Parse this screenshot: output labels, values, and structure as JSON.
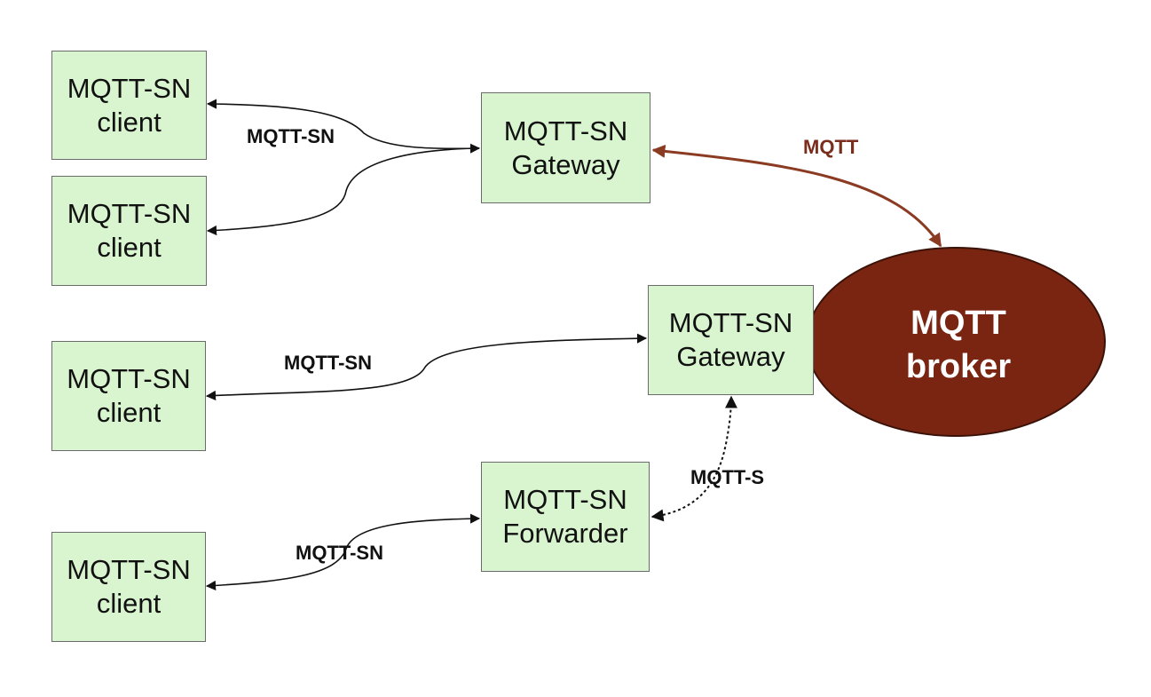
{
  "nodes": {
    "client_1": {
      "line1": "MQTT-SN",
      "line2": "client"
    },
    "client_2": {
      "line1": "MQTT-SN",
      "line2": "client"
    },
    "client_3": {
      "line1": "MQTT-SN",
      "line2": "client"
    },
    "client_4": {
      "line1": "MQTT-SN",
      "line2": "client"
    },
    "gateway_top": {
      "line1": "MQTT-SN",
      "line2": "Gateway"
    },
    "gateway_broker": {
      "line1": "MQTT-SN",
      "line2": "Gateway"
    },
    "forwarder": {
      "line1": "MQTT-SN",
      "line2": "Forwarder"
    },
    "broker": {
      "line1": "MQTT",
      "line2": "broker"
    }
  },
  "edges": {
    "clients_to_gateway_top": "MQTT-SN",
    "gateway_top_to_broker": "MQTT",
    "client_3_to_gateway_broker": "MQTT-SN",
    "forwarder_to_gateway_broker": "MQTT-S",
    "client_4_to_forwarder": "MQTT-SN"
  },
  "colors": {
    "node_fill": "#d9f5cf",
    "node_border": "#6b6b6b",
    "broker_fill": "#7a2512",
    "mqtt_arrow": "#8a3b22",
    "arrow": "#111111",
    "background": "#ffffff"
  }
}
